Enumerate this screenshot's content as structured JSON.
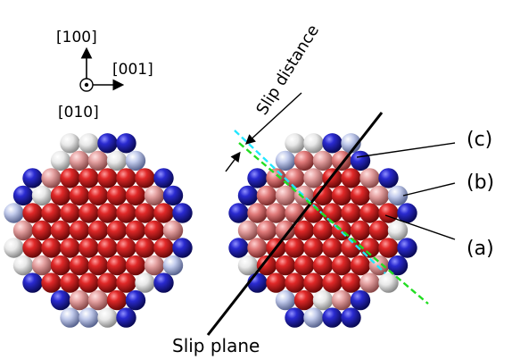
{
  "axes": {
    "up_label": "[100]",
    "right_label": "[001]",
    "out_label": "[010]"
  },
  "annotations": {
    "slip_distance": "Slip distance",
    "slip_plane": "Slip plane",
    "label_c": "(c)",
    "label_b": "(b)",
    "label_a": "(a)"
  },
  "colors": {
    "core_red": "#d21e1e",
    "surface_blue": "#2a2ac8",
    "pale_blue": "#b9c3e6",
    "white_atom": "#eeeeee",
    "pink_atom": "#e0a0a0",
    "slip_line_cyan": "#22e6ff",
    "slip_line_green": "#22dd22",
    "plane_line": "#000000"
  }
}
